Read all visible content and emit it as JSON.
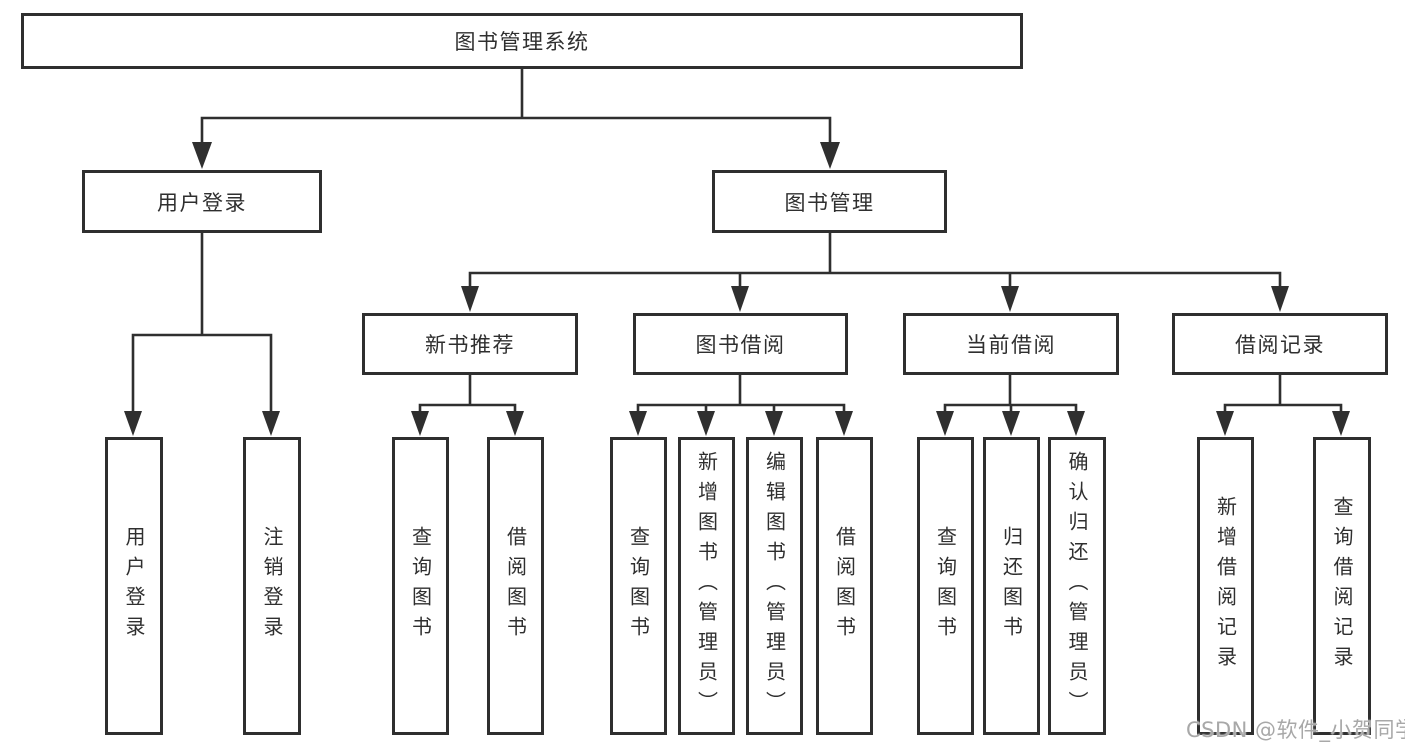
{
  "diagram": {
    "tree": {
      "label": "图书管理系统",
      "children": [
        {
          "label": "用户登录",
          "children": [
            {
              "label": "用户登录"
            },
            {
              "label": "注销登录"
            }
          ]
        },
        {
          "label": "图书管理",
          "children": [
            {
              "label": "新书推荐",
              "children": [
                {
                  "label": "查询图书"
                },
                {
                  "label": "借阅图书"
                }
              ]
            },
            {
              "label": "图书借阅",
              "children": [
                {
                  "label": "查询图书"
                },
                {
                  "label": "新增图书（管理员）"
                },
                {
                  "label": "编辑图书（管理员）"
                },
                {
                  "label": "借阅图书"
                }
              ]
            },
            {
              "label": "当前借阅",
              "children": [
                {
                  "label": "查询图书"
                },
                {
                  "label": "归还图书"
                },
                {
                  "label": "确认归还（管理员）"
                }
              ]
            },
            {
              "label": "借阅记录",
              "children": [
                {
                  "label": "新增借阅记录"
                },
                {
                  "label": "查询借阅记录"
                }
              ]
            }
          ]
        }
      ]
    }
  },
  "watermark": {
    "text": "CSDN @软件_小贺同学"
  },
  "colors": {
    "line": "#2f2f2f",
    "box_border": "#2f2f2f",
    "box_background": "#ffffff",
    "text": "#2f2f2f",
    "watermark": "#a8a8a8",
    "page_background": "#ffffff"
  }
}
